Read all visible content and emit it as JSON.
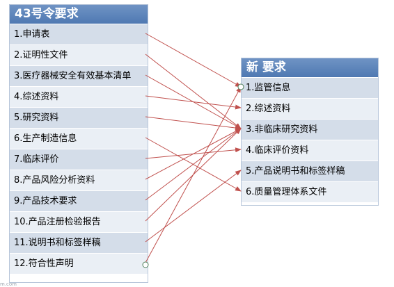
{
  "left_table": {
    "title": "43号令要求",
    "items": [
      "1.申请表",
      "2.证明性文件",
      "3.医疗器械安全有效基本清单",
      "4.综述资料",
      "5.研究资料",
      "6.生产制造信息",
      "7.临床评价",
      "8.产品风险分析资料",
      "9.产品技术要求",
      "10.产品注册检验报告",
      "11.说明书和标签样稿",
      "12.符合性声明"
    ]
  },
  "right_table": {
    "title": "新 要求",
    "items": [
      "1.监管信息",
      "2.综述资料",
      "3.非临床研究资料",
      "4.临床评价资料",
      "5.产品说明书和标签样稿",
      "6.质量管理体系文件"
    ]
  },
  "mappings": [
    {
      "from": 0,
      "to": 0
    },
    {
      "from": 1,
      "to": 2
    },
    {
      "from": 2,
      "to": 2
    },
    {
      "from": 3,
      "to": 1
    },
    {
      "from": 4,
      "to": 2
    },
    {
      "from": 5,
      "to": 5
    },
    {
      "from": 6,
      "to": 3
    },
    {
      "from": 7,
      "to": 2
    },
    {
      "from": 8,
      "to": 2
    },
    {
      "from": 9,
      "to": 2
    },
    {
      "from": 10,
      "to": 4
    },
    {
      "from": 11,
      "to": 0
    }
  ],
  "colors": {
    "arrow": "#c0504d",
    "header": "#4f79b2",
    "row_odd": "#d4dde9",
    "row_even": "#eaeff5"
  },
  "watermark": "m.com"
}
